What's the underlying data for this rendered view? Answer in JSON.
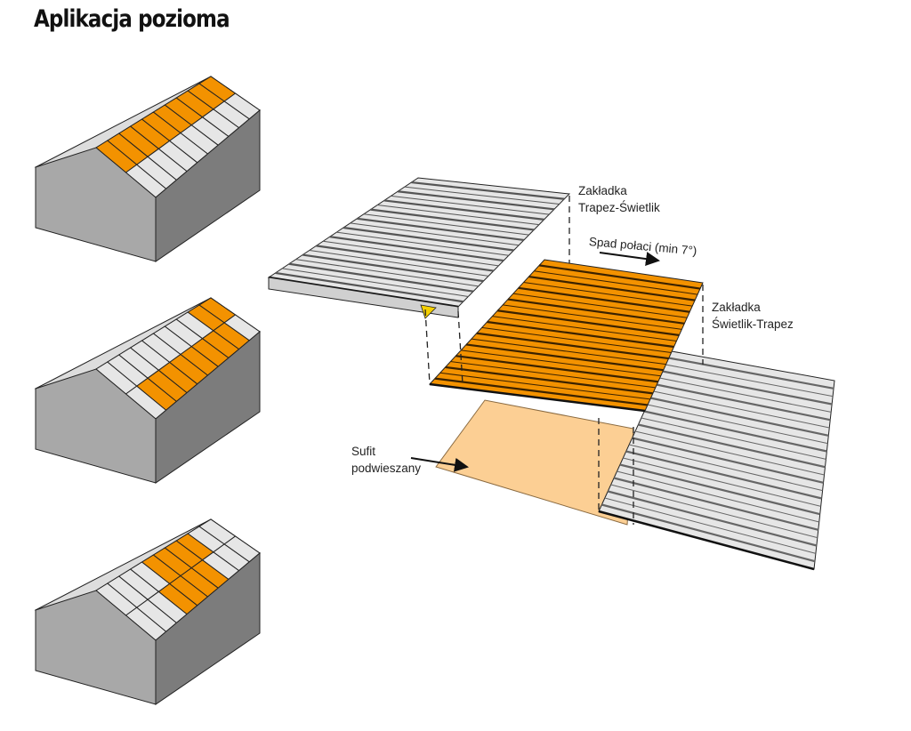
{
  "title": "Aplikacja pozioma",
  "labels": {
    "overlap_top_1": "Zakładka",
    "overlap_top_2": "Trapez-Świetlik",
    "slope": "Spad połaci (min 7°)",
    "overlap_bottom_1": "Zakładka",
    "overlap_bottom_2": "Świetlik-Trapez",
    "ceiling_1": "Sufit",
    "ceiling_2": "podwieszany"
  },
  "colors": {
    "skylight": "#f39200",
    "trapez": "#e6e6e6",
    "wall_front": "#a8a8a8",
    "wall_side": "#7c7c7c",
    "ceiling": "#fccf94"
  },
  "buildings": [
    {
      "name": "building-variant-1",
      "orange_cells": [
        [
          0,
          0
        ],
        [
          0,
          1
        ],
        [
          0,
          2
        ],
        [
          0,
          3
        ],
        [
          0,
          4
        ],
        [
          0,
          5
        ],
        [
          0,
          6
        ],
        [
          0,
          7
        ],
        [
          0,
          8
        ],
        [
          0,
          9
        ]
      ]
    },
    {
      "name": "building-variant-2",
      "orange_cells": [
        [
          1,
          1
        ],
        [
          1,
          2
        ],
        [
          1,
          3
        ],
        [
          1,
          4
        ],
        [
          1,
          5
        ],
        [
          1,
          6
        ],
        [
          1,
          7
        ],
        [
          1,
          8
        ],
        [
          0,
          8
        ],
        [
          0,
          9
        ]
      ]
    },
    {
      "name": "building-variant-3",
      "orange_cells": [
        [
          1,
          3
        ],
        [
          1,
          4
        ],
        [
          1,
          5
        ],
        [
          1,
          6
        ],
        [
          0,
          4
        ],
        [
          0,
          5
        ],
        [
          0,
          6
        ],
        [
          0,
          7
        ]
      ]
    }
  ]
}
